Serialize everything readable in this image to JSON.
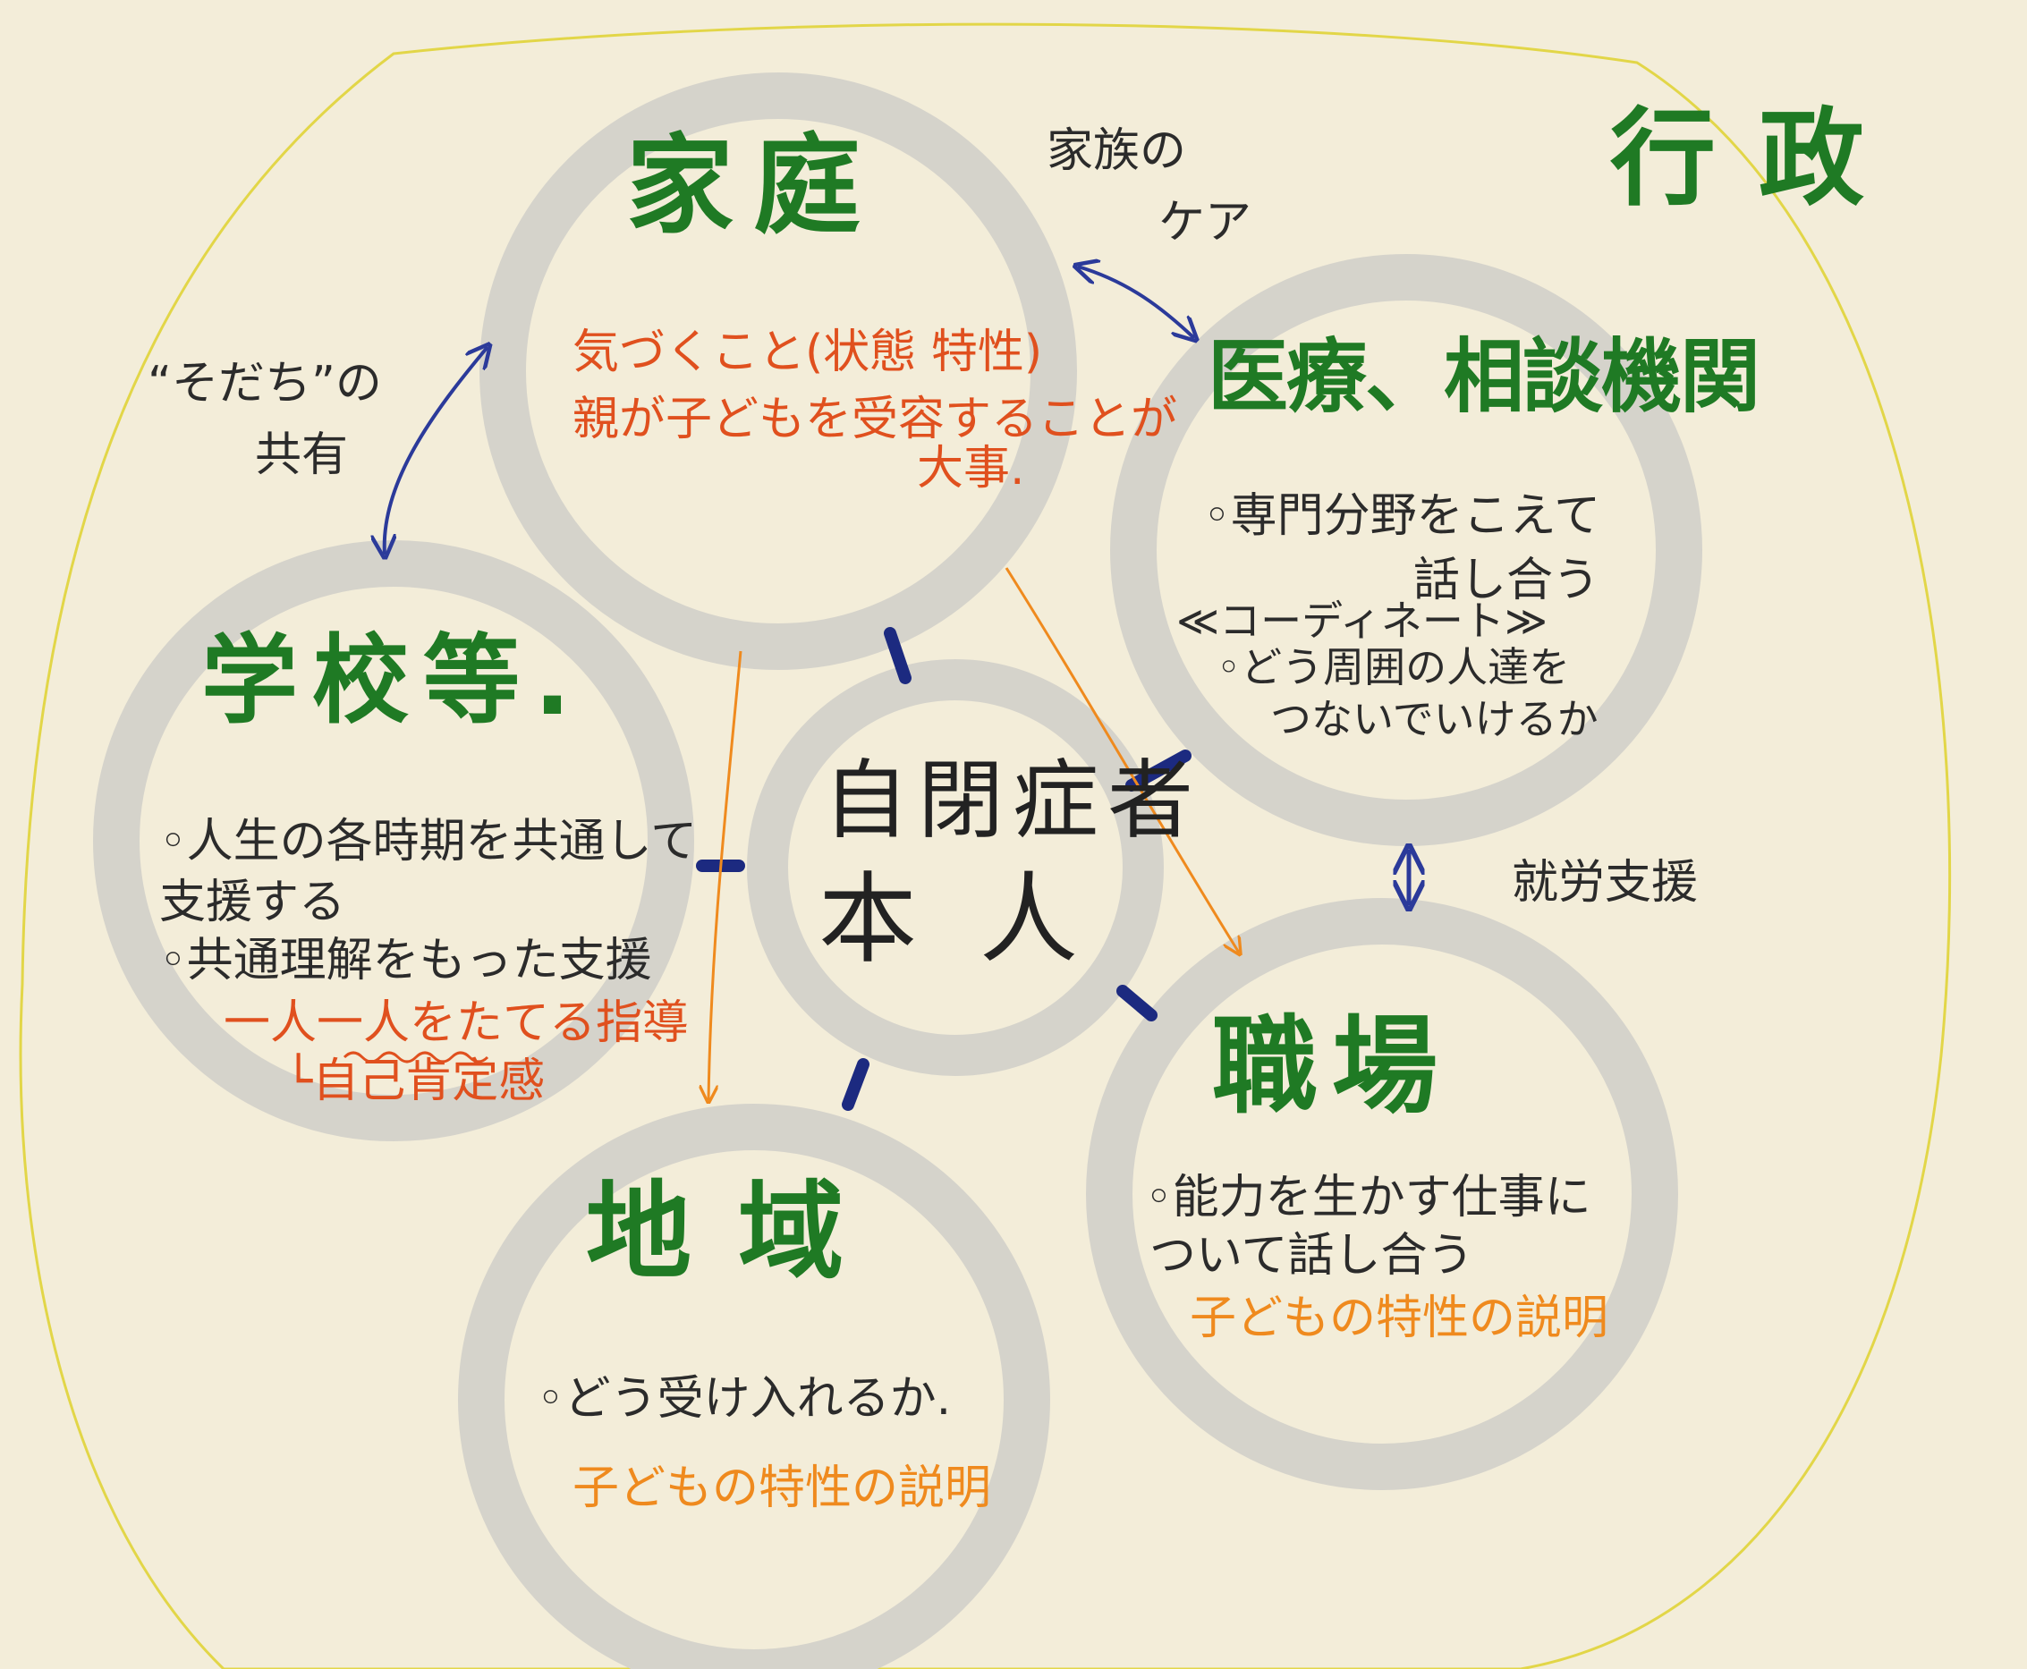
{
  "colors": {
    "paper": "#f3edd9",
    "ring": "#d5d3cb",
    "boundary": "#e2d648",
    "heading_green": "#1f7a24",
    "arrow_blue": "#2b3a9a",
    "connector_navy": "#1c2a80",
    "note_red": "#e0501e",
    "note_orange": "#ef8a1e"
  },
  "gov": {
    "label": "行政"
  },
  "center": {
    "line1": "自閉症者",
    "line2": "本人"
  },
  "home": {
    "title": "家庭",
    "note1": "気づくこと(状態 特性)",
    "note2": "親が子どもを受容することが",
    "note3": "大事."
  },
  "family_care": {
    "line1": "家族の",
    "line2": "ケア"
  },
  "growth_share": {
    "line1": "“そだち”の",
    "line2": "共有"
  },
  "medical": {
    "title": "医療、相談機関",
    "note1": "◦専門分野をこえて",
    "note2": "話し合う",
    "note3": "≪コーディネート≫",
    "note4": "◦どう周囲の人達を",
    "note5": "つないでいけるか"
  },
  "school": {
    "title": "学校等.",
    "note1": "◦人生の各時期を共通して",
    "note2": "支援する",
    "note3": "◦共通理解をもった支援",
    "note4": "一人一人をたてる指導",
    "note5": "└自己肯定感"
  },
  "employment_support": {
    "label": "就労支援"
  },
  "workplace": {
    "title": "職場",
    "note1": "◦能力を生かす仕事に",
    "note2": "ついて話し合う",
    "note3": "子どもの特性の説明"
  },
  "community": {
    "title": "地域",
    "note1": "◦どう受け入れるか.",
    "note2": "子どもの特性の説明"
  }
}
